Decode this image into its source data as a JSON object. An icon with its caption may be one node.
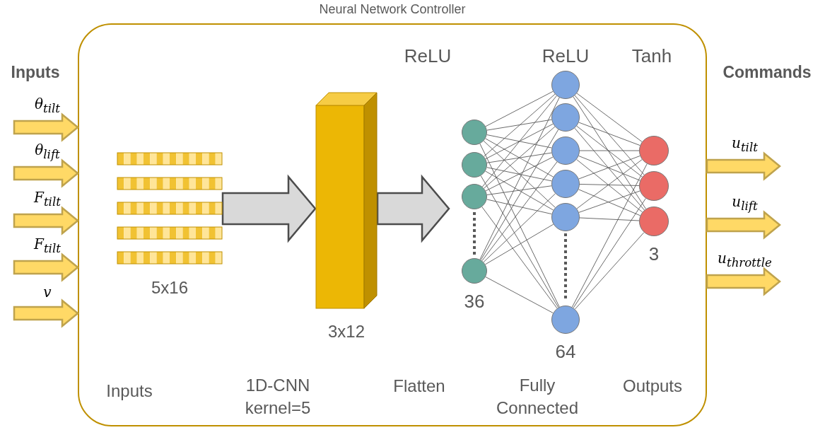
{
  "diagram": {
    "nodes": [
      {
        "text": [
          "Neural Network Controller"
        ]
      },
      {
        "text": [],
        "shape": "bar",
        "in": 0,
        "beside": [
          "5x16"
        ]
      },
      {
        "text": [],
        "shape": "box",
        "in": 0,
        "beside": [
          "3x12"
        ]
      },
      {
        "text": [],
        "shape": "circle",
        "in": 0
      },
      {
        "text": [],
        "shape": "circle",
        "in": 0
      },
      {
        "text": [],
        "shape": "circle",
        "in": 0
      },
      {
        "text": [],
        "shape": "circle",
        "in": 0,
        "beside": [
          "36"
        ]
      },
      {
        "text": [],
        "shape": "circle",
        "in": 0
      },
      {
        "text": [],
        "shape": "circle",
        "in": 0
      },
      {
        "text": [],
        "shape": "circle",
        "in": 0
      },
      {
        "text": [],
        "shape": "circle",
        "in": 0
      },
      {
        "text": [],
        "shape": "circle",
        "in": 0
      },
      {
        "text": [],
        "shape": "circle",
        "in": 0,
        "beside": [
          "64"
        ]
      },
      {
        "text": [],
        "shape": "circle",
        "in": 0
      },
      {
        "text": [],
        "shape": "circle",
        "in": 0
      },
      {
        "text": [],
        "shape": "circle",
        "in": 0,
        "beside": [
          "3"
        ]
      }
    ],
    "edges": [
      {
        "from": null,
        "to": 0,
        "arrow": "to",
        "label": "θ$_{tilt}$",
        "style": "thick",
        "color": "#ffd966"
      },
      {
        "from": null,
        "to": 0,
        "arrow": "to",
        "label": "θ$_{lift}$",
        "style": "thick",
        "color": "#ffd966"
      },
      {
        "from": null,
        "to": 0,
        "arrow": "to",
        "label": "F$_{tilt}$",
        "style": "thick",
        "color": "#ffd966"
      },
      {
        "from": null,
        "to": 0,
        "arrow": "to",
        "label": "F$_{tilt}$",
        "style": "thick",
        "color": "#ffd966"
      },
      {
        "from": null,
        "to": 0,
        "arrow": "to",
        "label": "v",
        "style": "thick",
        "color": "#ffd966"
      },
      {
        "from": 0,
        "to": null,
        "arrow": "to",
        "label": "u$_{tilt}$",
        "style": "thick",
        "color": "#ffd966"
      },
      {
        "from": 0,
        "to": null,
        "arrow": "to",
        "label": "u$_{lift}$",
        "style": "thick",
        "color": "#ffd966"
      },
      {
        "from": 0,
        "to": null,
        "arrow": "to",
        "label": "u$_{throttle}$",
        "style": "thick",
        "color": "#ffd966"
      },
      {
        "from": 1,
        "to": 2,
        "arrow": "to",
        "style": "thick",
        "color": "#d9d9d9"
      },
      {
        "from": 2,
        "to": null,
        "arrow": "to",
        "style": "thick",
        "color": "#d9d9d9"
      },
      {
        "from": 3,
        "to": 7,
        "arrow": "none"
      },
      {
        "from": 3,
        "to": 8,
        "arrow": "none"
      },
      {
        "from": 3,
        "to": 9,
        "arrow": "none"
      },
      {
        "from": 3,
        "to": 10,
        "arrow": "none"
      },
      {
        "from": 3,
        "to": 11,
        "arrow": "none"
      },
      {
        "from": 3,
        "to": 12,
        "arrow": "none"
      },
      {
        "from": 4,
        "to": 7,
        "arrow": "none"
      },
      {
        "from": 4,
        "to": 8,
        "arrow": "none"
      },
      {
        "from": 4,
        "to": 9,
        "arrow": "none"
      },
      {
        "from": 4,
        "to": 10,
        "arrow": "none"
      },
      {
        "from": 4,
        "to": 11,
        "arrow": "none"
      },
      {
        "from": 4,
        "to": 12,
        "arrow": "none"
      },
      {
        "from": 5,
        "to": 7,
        "arrow": "none"
      },
      {
        "from": 5,
        "to": 8,
        "arrow": "none"
      },
      {
        "from": 5,
        "to": 9,
        "arrow": "none"
      },
      {
        "from": 5,
        "to": 10,
        "arrow": "none"
      },
      {
        "from": 5,
        "to": 11,
        "arrow": "none"
      },
      {
        "from": 5,
        "to": 12,
        "arrow": "none"
      },
      {
        "from": 6,
        "to": 7,
        "arrow": "none"
      },
      {
        "from": 6,
        "to": 8,
        "arrow": "none"
      },
      {
        "from": 6,
        "to": 9,
        "arrow": "none"
      },
      {
        "from": 6,
        "to": 10,
        "arrow": "none"
      },
      {
        "from": 6,
        "to": 11,
        "arrow": "none"
      },
      {
        "from": 6,
        "to": 12,
        "arrow": "none"
      },
      {
        "from": 7,
        "to": 13,
        "arrow": "none"
      },
      {
        "from": 7,
        "to": 14,
        "arrow": "none"
      },
      {
        "from": 7,
        "to": 15,
        "arrow": "none"
      },
      {
        "from": 8,
        "to": 13,
        "arrow": "none"
      },
      {
        "from": 8,
        "to": 14,
        "arrow": "none"
      },
      {
        "from": 8,
        "to": 15,
        "arrow": "none"
      },
      {
        "from": 9,
        "to": 13,
        "arrow": "none"
      },
      {
        "from": 9,
        "to": 14,
        "arrow": "none"
      },
      {
        "from": 9,
        "to": 15,
        "arrow": "none"
      },
      {
        "from": 10,
        "to": 13,
        "arrow": "none"
      },
      {
        "from": 10,
        "to": 14,
        "arrow": "none"
      },
      {
        "from": 10,
        "to": 15,
        "arrow": "none"
      },
      {
        "from": 11,
        "to": 13,
        "arrow": "none"
      },
      {
        "from": 11,
        "to": 14,
        "arrow": "none"
      },
      {
        "from": 11,
        "to": 15,
        "arrow": "none"
      },
      {
        "from": 12,
        "to": 13,
        "arrow": "none"
      },
      {
        "from": 12,
        "to": 14,
        "arrow": "none"
      },
      {
        "from": 12,
        "to": 15,
        "arrow": "none"
      }
    ],
    "labels": [
      "Inputs",
      "ReLU",
      "ReLU",
      "Tanh",
      "Commands",
      "Inputs",
      "1D-CNN kernel=5",
      "Flatten",
      "Fully Connected",
      "Outputs"
    ]
  }
}
